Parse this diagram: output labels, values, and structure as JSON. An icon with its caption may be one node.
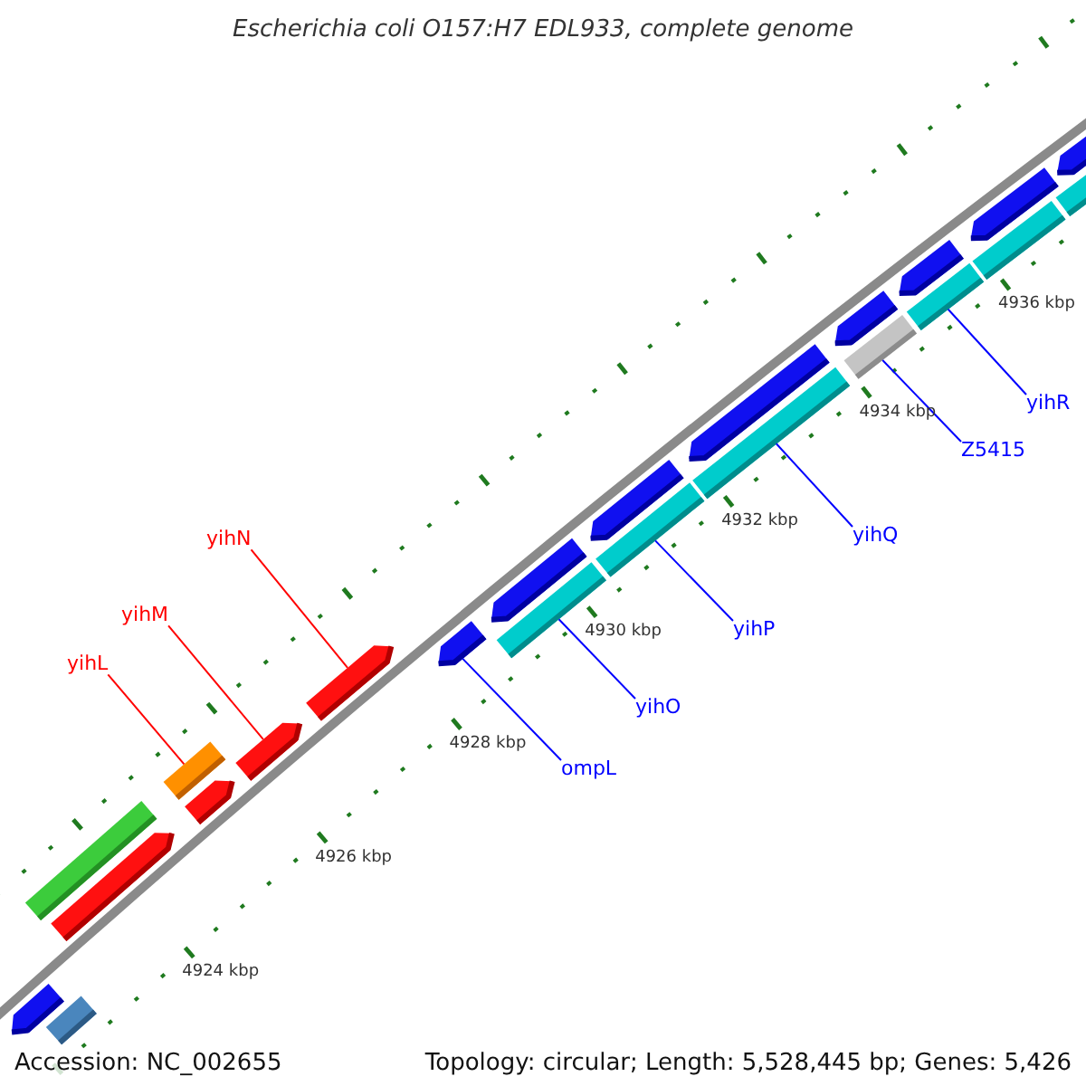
{
  "diagram": {
    "title": "Escherichia coli O157:H7 EDL933, complete genome",
    "nodes": [
      {
        "text": [],
        "shape": "arrow"
      },
      {
        "text": [],
        "shape": "bar"
      },
      {
        "text": [],
        "shape": "bar"
      },
      {
        "text": [],
        "shape": "arrow"
      },
      {
        "text": [],
        "shape": "bar"
      },
      {
        "text": [],
        "shape": "arrow"
      },
      {
        "text": [],
        "shape": "arrow"
      },
      {
        "text": [],
        "shape": "arrow"
      },
      {
        "text": [],
        "shape": "arrow"
      },
      {
        "text": [],
        "shape": "arrow"
      },
      {
        "text": [],
        "shape": "bar"
      },
      {
        "text": [],
        "shape": "arrow"
      },
      {
        "text": [],
        "shape": "bar"
      },
      {
        "text": [],
        "shape": "arrow"
      },
      {
        "text": [],
        "shape": "bar"
      },
      {
        "text": [],
        "shape": "bar"
      },
      {
        "text": [],
        "shape": "arrow"
      },
      {
        "text": [],
        "shape": "arrow"
      },
      {
        "text": [],
        "shape": "bar"
      },
      {
        "text": [],
        "shape": "arrow"
      },
      {
        "text": [],
        "shape": "bar"
      },
      {
        "text": [],
        "shape": "arrow"
      },
      {
        "text": [],
        "shape": "bar"
      },
      {
        "text": [
          "yihL"
        ]
      },
      {
        "text": [
          "yihM"
        ]
      },
      {
        "text": [
          "yihN"
        ]
      },
      {
        "text": [
          "ompL"
        ]
      },
      {
        "text": [
          "yihO"
        ]
      },
      {
        "text": [
          "yihP"
        ]
      },
      {
        "text": [
          "yihQ"
        ]
      },
      {
        "text": [
          "Z5415"
        ]
      },
      {
        "text": [
          "yihR"
        ]
      }
    ],
    "edges": [
      {
        "from": 23,
        "to": 4,
        "arrow": "none",
        "color": "#ff0000"
      },
      {
        "from": 24,
        "to": 6,
        "arrow": "none",
        "color": "#ff0000"
      },
      {
        "from": 25,
        "to": 7,
        "arrow": "none",
        "color": "#ff0000"
      },
      {
        "from": 26,
        "to": 8,
        "arrow": "none"
      },
      {
        "from": 27,
        "to": 10,
        "arrow": "none"
      },
      {
        "from": 28,
        "to": 12,
        "arrow": "none"
      },
      {
        "from": 29,
        "to": 14,
        "arrow": "none"
      },
      {
        "from": 30,
        "to": 15,
        "arrow": "none"
      },
      {
        "from": 31,
        "to": 18,
        "arrow": "none"
      }
    ],
    "labels": [
      "4924 kbp",
      "4926 kbp",
      "4928 kbp",
      "4930 kbp",
      "4932 kbp",
      "4934 kbp",
      "4936 kbp",
      "Accession: NC_002655",
      "Topology: circular; Length: 5,528,445 bp; Genes: 5,426"
    ]
  }
}
